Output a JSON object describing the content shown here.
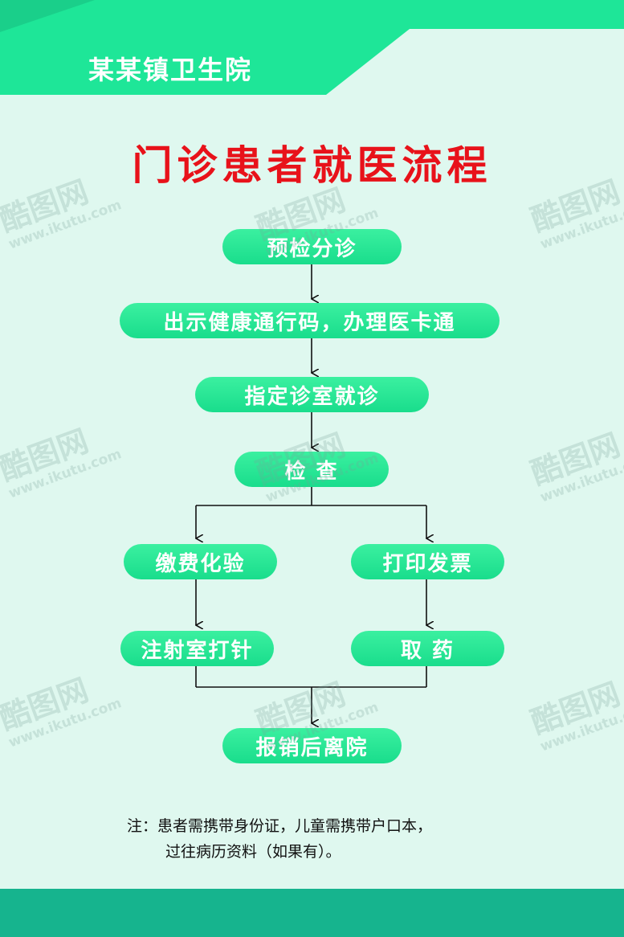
{
  "header": {
    "title": "某某镇卫生院"
  },
  "main": {
    "title": "门诊患者就医流程"
  },
  "flow": {
    "steps": [
      "预检分诊",
      "出示健康通行码，办理医卡通",
      "指定诊室就诊",
      "检 查",
      "缴费化验",
      "打印发票",
      "注射室打针",
      "取 药",
      "报销后离院"
    ]
  },
  "note": {
    "line1": "注：患者需携带身份证，儿童需携带户口本，",
    "line2": "过往病历资料（如果有）。"
  },
  "watermark": {
    "brand": "酷图网",
    "url": "www.ikutu.com"
  },
  "colors": {
    "background": "#dff8ef",
    "header_green": "#1ee698",
    "node_green": "#1fe596",
    "title_red": "#e8121a",
    "footer": "#16b48e"
  }
}
